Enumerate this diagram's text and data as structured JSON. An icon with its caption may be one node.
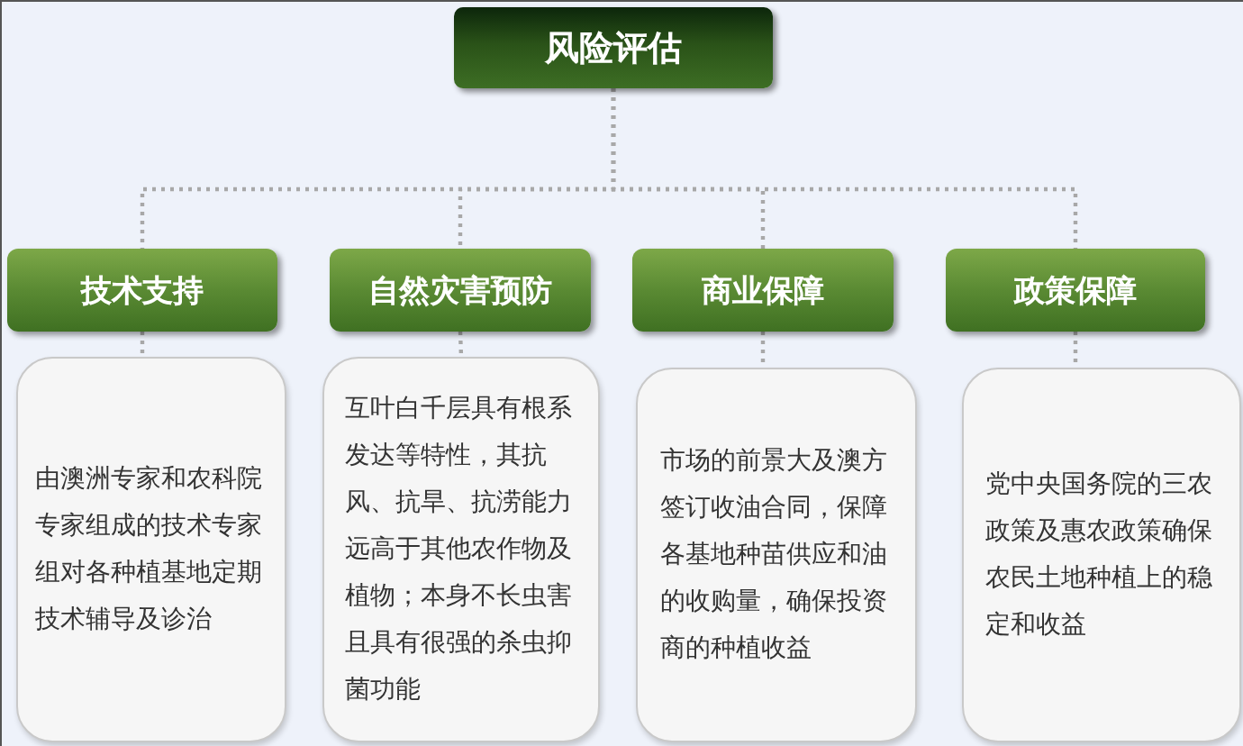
{
  "diagram": {
    "nodes": [
      {
        "text": [
          "风险评估"
        ]
      },
      {
        "text": [
          "技术支持"
        ]
      },
      {
        "text": [
          "自然灾害预防"
        ]
      },
      {
        "text": [
          "商业保障"
        ]
      },
      {
        "text": [
          "政策保障"
        ]
      },
      {
        "text": [
          "由澳洲专家和农科院专家组成的技术专家组对各种植基地定期技术辅导及诊治"
        ]
      },
      {
        "text": [
          "互叶白千层具有根系发达等特性，其抗风、抗旱、抗涝能力远高于其他农作物及植物；本身不长虫害且具有很强的杀虫抑菌功能"
        ]
      },
      {
        "text": [
          "市场的前景大及澳方签订收油合同，保障各基地种苗供应和油的收购量，确保投资商的种植收益"
        ]
      },
      {
        "text": [
          "党中央国务院的三农政策及惠农政策确保农民土地种植上的稳定和收益"
        ]
      }
    ],
    "edges": [
      {
        "from": 0,
        "to": 1,
        "arrow": "none",
        "style": "dashed"
      },
      {
        "from": 0,
        "to": 2,
        "arrow": "none",
        "style": "dashed"
      },
      {
        "from": 0,
        "to": 3,
        "arrow": "none",
        "style": "dashed"
      },
      {
        "from": 0,
        "to": 4,
        "arrow": "none",
        "style": "dashed"
      },
      {
        "from": 1,
        "to": 5,
        "arrow": "none",
        "style": "dashed"
      },
      {
        "from": 2,
        "to": 6,
        "arrow": "none",
        "style": "dashed"
      },
      {
        "from": 3,
        "to": 7,
        "arrow": "none",
        "style": "dashed"
      },
      {
        "from": 4,
        "to": 8,
        "arrow": "none",
        "style": "dashed"
      }
    ]
  }
}
